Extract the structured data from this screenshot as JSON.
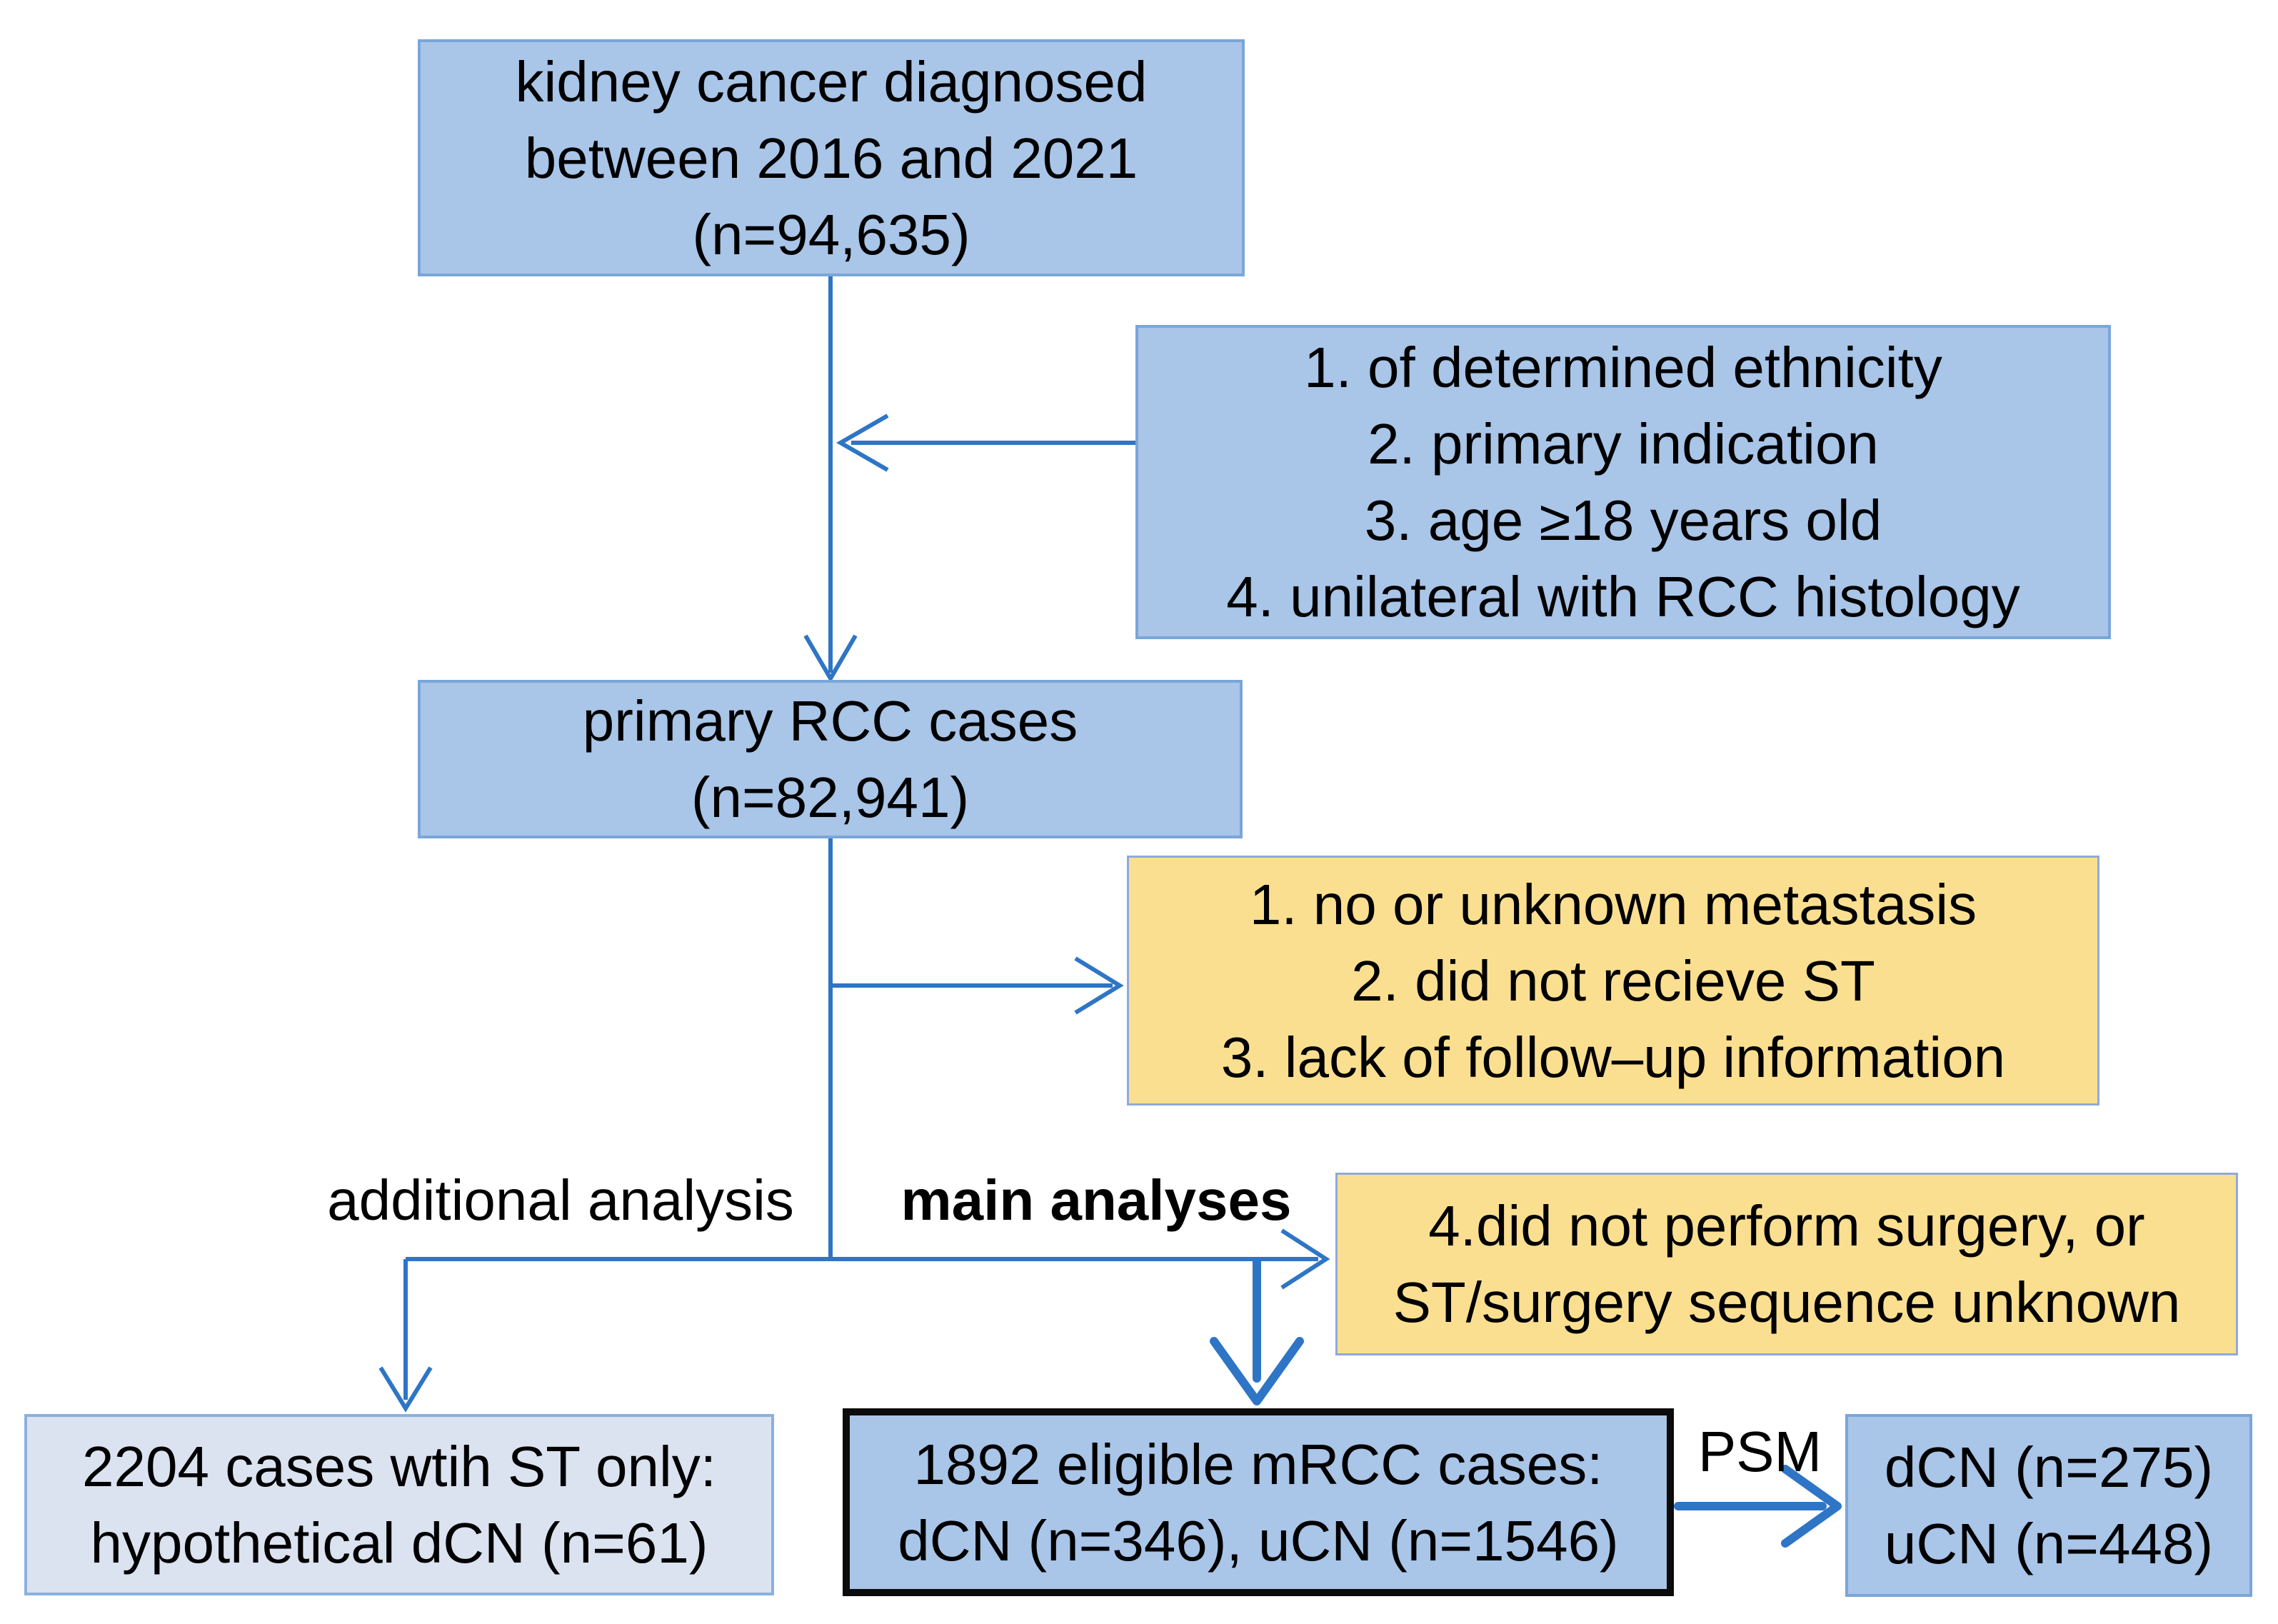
{
  "boxes": {
    "top": {
      "lines": [
        "kidney cancer diagnosed",
        "between 2016 and 2021",
        "(n=94,635)"
      ]
    },
    "inclusion": {
      "lines": [
        "1. of determined ethnicity",
        "2. primary indication",
        "3. age ≥18 years old",
        "4. unilateral with RCC histology"
      ]
    },
    "primary": {
      "lines": [
        "primary RCC cases",
        "(n=82,941)"
      ]
    },
    "exclusion1": {
      "lines": [
        "1. no or unknown metastasis",
        "2. did not recieve ST",
        "3. lack of follow–up information"
      ]
    },
    "exclusion2": {
      "lines": [
        "4.did not perform surgery, or",
        "ST/surgery sequence unknown"
      ]
    },
    "additional": {
      "lines": [
        "2204 cases wtih ST only:",
        "hypothetical dCN (n=61)"
      ]
    },
    "eligible": {
      "lines": [
        "1892 eligible mRCC cases:",
        "dCN (n=346), uCN (n=1546)"
      ]
    },
    "matched": {
      "lines": [
        "dCN (n=275)",
        "uCN (n=448)"
      ]
    }
  },
  "labels": {
    "additional_analysis": "additional analysis",
    "main_analyses": "main analyses",
    "psm": "PSM"
  },
  "colors": {
    "blue_fill": "#a9c5e8",
    "blue_border": "#7aa6d9",
    "light_fill": "#dbe2f0",
    "light_border": "#8bb0de",
    "yellow_fill": "#fbdf90",
    "yellow_border": "#8faadc",
    "arrow": "#2e75c6",
    "ink": "#000000",
    "frame": "#0b0b0b",
    "page": "#ffffff"
  }
}
